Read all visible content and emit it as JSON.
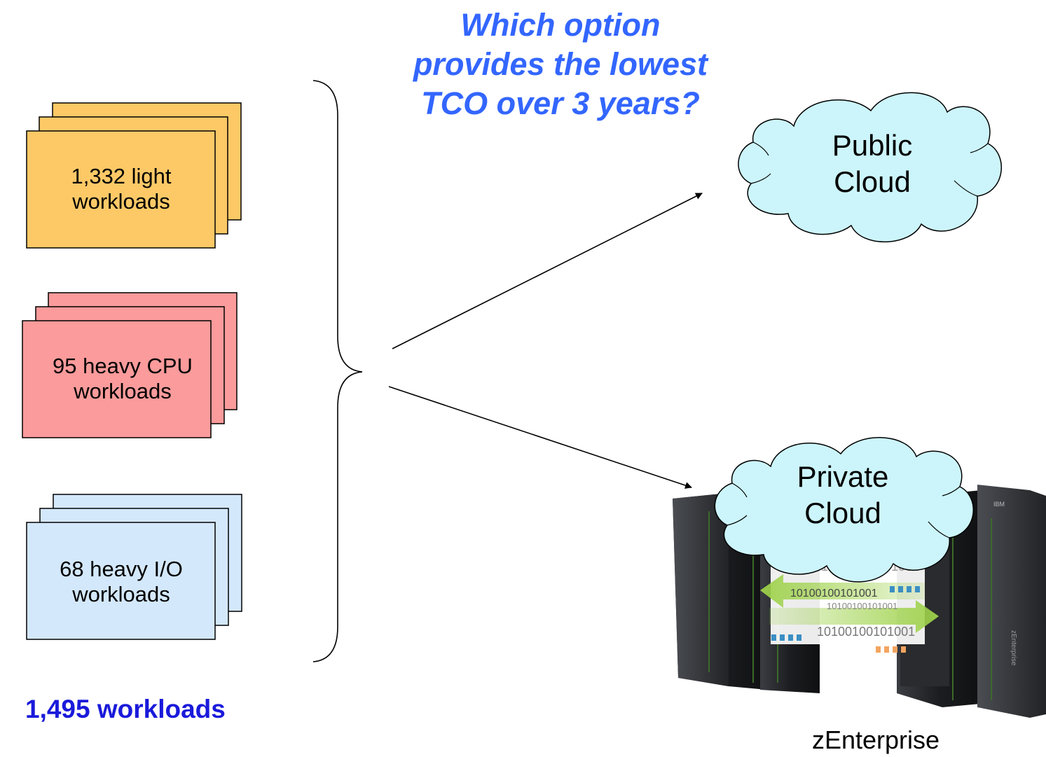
{
  "question": {
    "line1": "Which option",
    "line2": "provides the lowest",
    "line3": "TCO over 3 years?"
  },
  "workloads": [
    {
      "line1": "1,332 light",
      "line2": "workloads",
      "color": "#fdc967"
    },
    {
      "line1": "95 heavy CPU",
      "line2": "workloads",
      "color": "#fb9b9b"
    },
    {
      "line1": "68 heavy I/O",
      "line2": "workloads",
      "color": "#d4e8fc"
    }
  ],
  "total_label": "1,495 workloads",
  "public_cloud": {
    "line1": "Public",
    "line2": "Cloud",
    "color": "#ccf5fb"
  },
  "private_cloud": {
    "line1": "Private",
    "line2": "Cloud",
    "color": "#ccf5fb"
  },
  "server_label": "zEnterprise",
  "server_brand": "IBM",
  "server_side_text": "zEnterprise",
  "binary_strings": [
    "10100100101001",
    "10100100101001",
    "10100100101001",
    "10100100101001"
  ],
  "colors": {
    "question_text": "#3366ff",
    "total_text": "#1a1adb",
    "arrow_green": "#8cc63f"
  }
}
